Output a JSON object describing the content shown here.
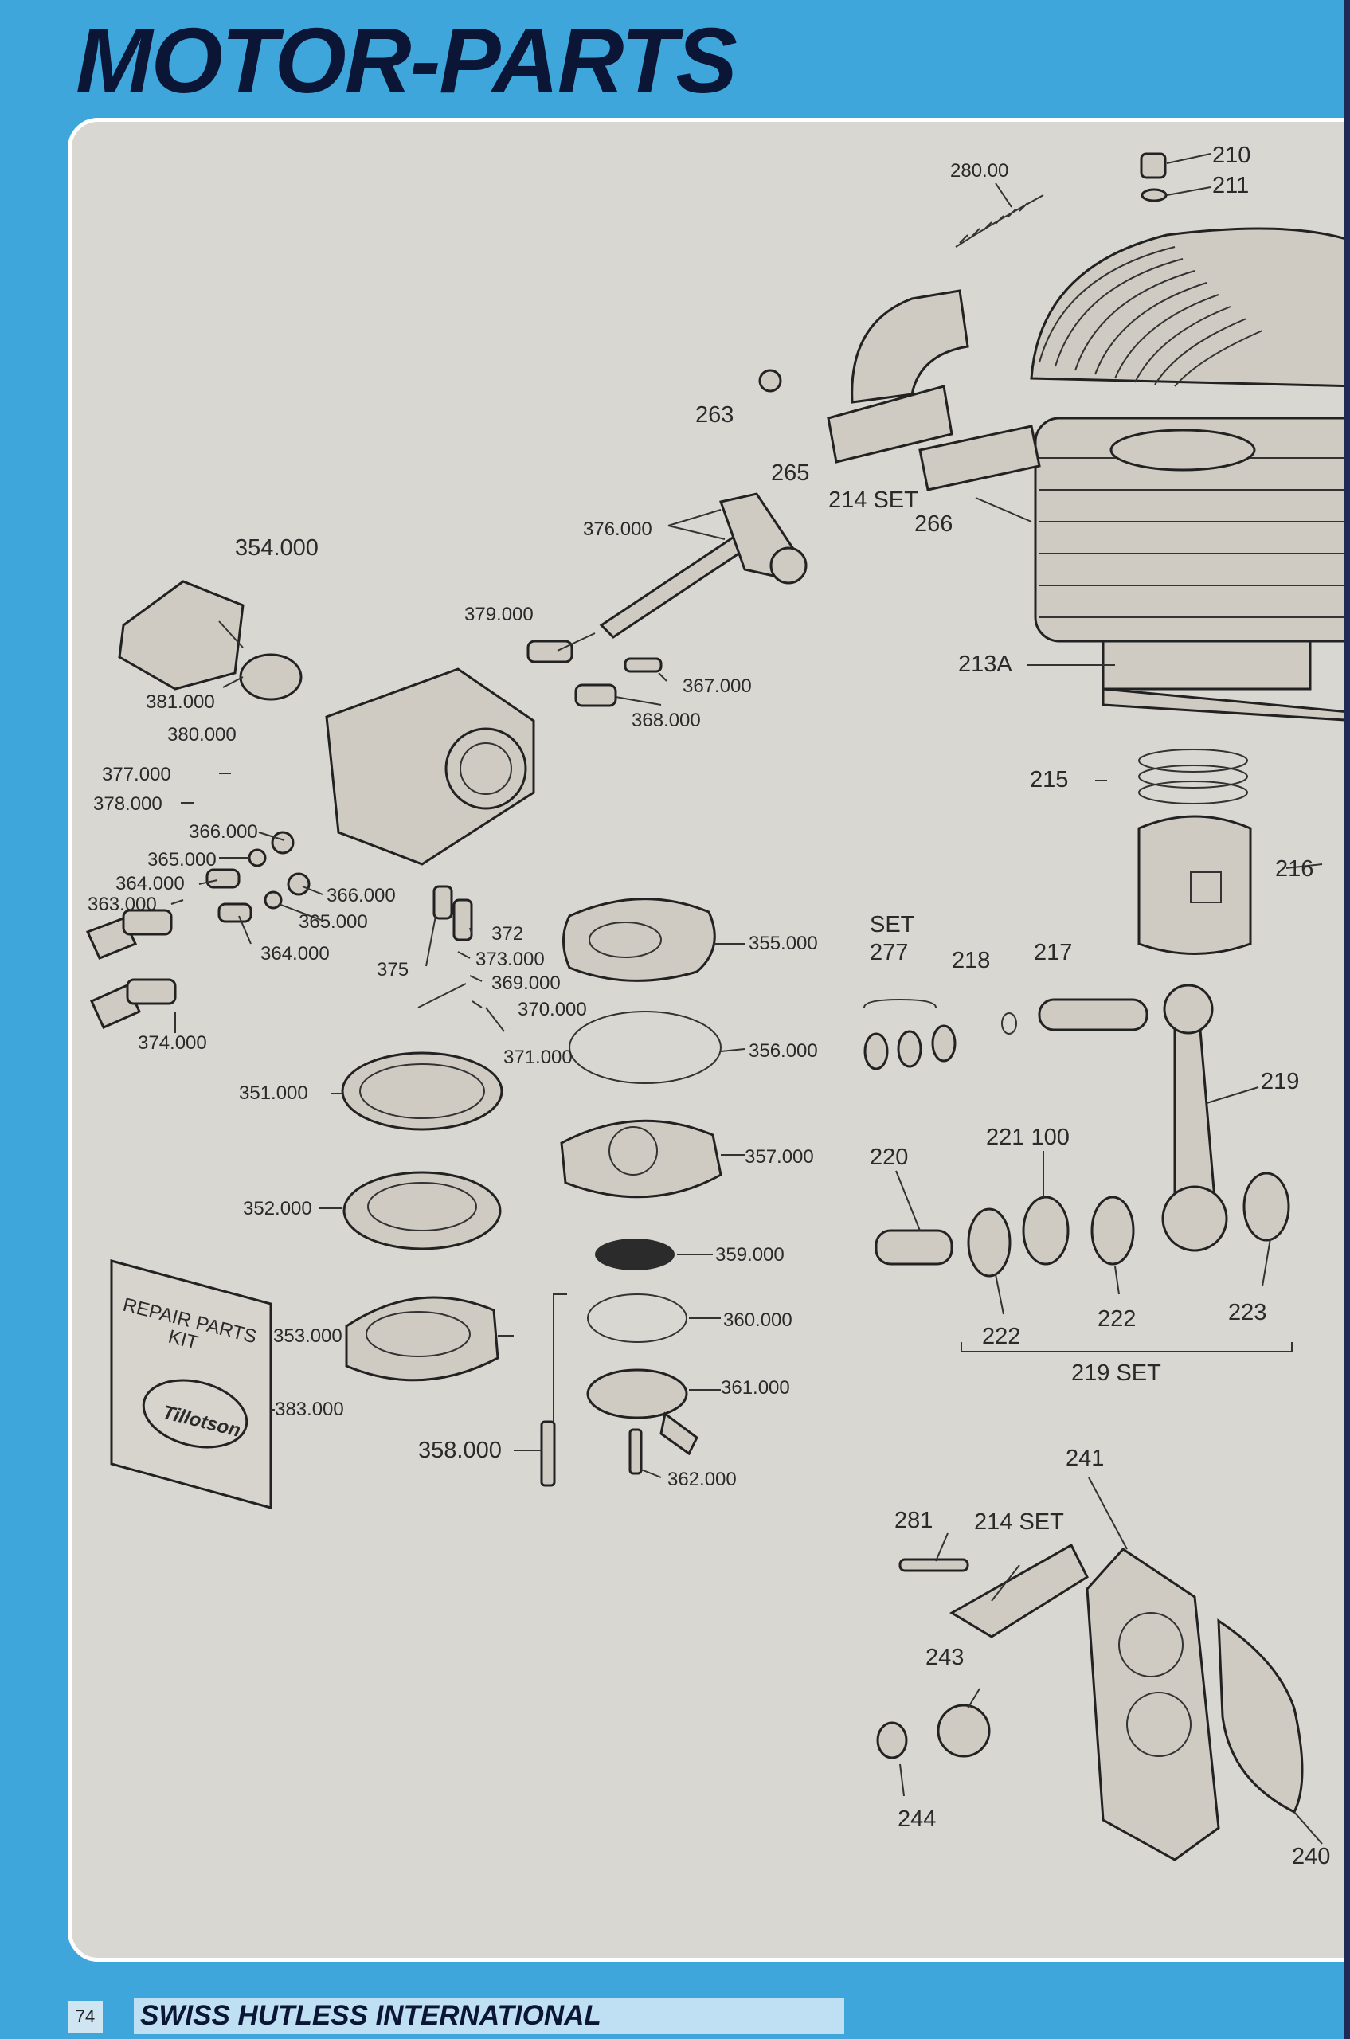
{
  "header": {
    "title": "MOTOR-PARTS"
  },
  "footer": {
    "page_number": "74",
    "brand": "SWISS HUTLESS INTERNATIONAL"
  },
  "diagram": {
    "labels": [
      {
        "id": "210",
        "text": "210"
      },
      {
        "id": "211",
        "text": "211"
      },
      {
        "id": "280",
        "text": "280.00"
      },
      {
        "id": "263",
        "text": "263"
      },
      {
        "id": "265",
        "text": "265"
      },
      {
        "id": "214set_a",
        "text": "214 SET"
      },
      {
        "id": "266",
        "text": "266"
      },
      {
        "id": "213a",
        "text": "213A"
      },
      {
        "id": "215",
        "text": "215"
      },
      {
        "id": "216",
        "text": "216"
      },
      {
        "id": "set",
        "text": "SET"
      },
      {
        "id": "277",
        "text": "277"
      },
      {
        "id": "218",
        "text": "218"
      },
      {
        "id": "217",
        "text": "217"
      },
      {
        "id": "219",
        "text": "219"
      },
      {
        "id": "220",
        "text": "220"
      },
      {
        "id": "221",
        "text": "221 100"
      },
      {
        "id": "222a",
        "text": "222"
      },
      {
        "id": "222b",
        "text": "222"
      },
      {
        "id": "223",
        "text": "223"
      },
      {
        "id": "219set",
        "text": "219 SET"
      },
      {
        "id": "241",
        "text": "241"
      },
      {
        "id": "281",
        "text": "281"
      },
      {
        "id": "214set_b",
        "text": "214 SET"
      },
      {
        "id": "243",
        "text": "243"
      },
      {
        "id": "244",
        "text": "244"
      },
      {
        "id": "240",
        "text": "240"
      },
      {
        "id": "354",
        "text": "354.000"
      },
      {
        "id": "376",
        "text": "376.000"
      },
      {
        "id": "379",
        "text": "379.000"
      },
      {
        "id": "367",
        "text": "367.000"
      },
      {
        "id": "368",
        "text": "368.000"
      },
      {
        "id": "381",
        "text": "381.000"
      },
      {
        "id": "380",
        "text": "380.000"
      },
      {
        "id": "377",
        "text": "377.000"
      },
      {
        "id": "378",
        "text": "378.000"
      },
      {
        "id": "366a",
        "text": "366.000"
      },
      {
        "id": "365a",
        "text": "365.000"
      },
      {
        "id": "364a",
        "text": "364.000"
      },
      {
        "id": "363",
        "text": "363.000"
      },
      {
        "id": "366b",
        "text": "366.000"
      },
      {
        "id": "365b",
        "text": "365.000"
      },
      {
        "id": "364b",
        "text": "364.000"
      },
      {
        "id": "374",
        "text": "374.000"
      },
      {
        "id": "375",
        "text": "375"
      },
      {
        "id": "372",
        "text": "372"
      },
      {
        "id": "373",
        "text": "373.000"
      },
      {
        "id": "369",
        "text": "369.000"
      },
      {
        "id": "370",
        "text": "370.000"
      },
      {
        "id": "371",
        "text": "371.000"
      },
      {
        "id": "355",
        "text": "355.000"
      },
      {
        "id": "356",
        "text": "356.000"
      },
      {
        "id": "351",
        "text": "351.000"
      },
      {
        "id": "357",
        "text": "357.000"
      },
      {
        "id": "352",
        "text": "352.000"
      },
      {
        "id": "359",
        "text": "359.000"
      },
      {
        "id": "360",
        "text": "360.000"
      },
      {
        "id": "353",
        "text": "353.000"
      },
      {
        "id": "361",
        "text": "361.000"
      },
      {
        "id": "383",
        "text": "383.000"
      },
      {
        "id": "358",
        "text": "358.000"
      },
      {
        "id": "362",
        "text": "362.000"
      }
    ],
    "kit_card": {
      "line1": "REPAIR PARTS",
      "line2": "KIT",
      "badge": "Tillotson"
    }
  }
}
